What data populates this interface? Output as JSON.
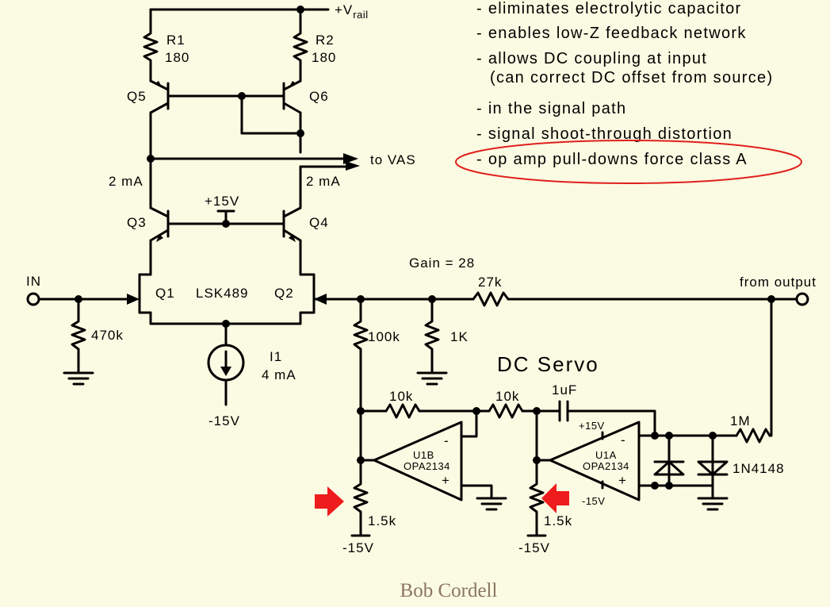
{
  "labels": {
    "vrail": "+V",
    "vrail_sub": "rail",
    "r1": "R1",
    "r1_val": "180",
    "r2": "R2",
    "r2_val": "180",
    "q5": "Q5",
    "q6": "Q6",
    "to_vas": "to VAS",
    "ma_left": "2 mA",
    "ma_right": "2 mA",
    "plus15_top": "+15V",
    "q3": "Q3",
    "q4": "Q4",
    "gain": "Gain = 28",
    "in": "IN",
    "q1": "Q1",
    "lsk": "LSK489",
    "q2": "Q2",
    "r27k": "27k",
    "from_output": "from output",
    "r470k": "470k",
    "r100k": "100k",
    "r1k": "1K",
    "i1": "I1",
    "i1_val": "4 mA",
    "minus15_top": "-15V",
    "dc_servo": "DC Servo",
    "r10k_a": "10k",
    "r10k_b": "10k",
    "c1uf": "1uF",
    "u1b": "U1B",
    "u1b_part": "OPA2134",
    "u1a": "U1A",
    "u1a_part": "OPA2134",
    "plus15_u1a": "+15V",
    "minus15_u1a": "-15V",
    "r1m": "1M",
    "diode": "1N4148",
    "r1_5k_a": "1.5k",
    "r1_5k_b": "1.5k",
    "minus15_a": "-15V",
    "minus15_b": "-15V",
    "minus_sign": "-",
    "plus_sign": "+"
  },
  "notes": [
    "- eliminates electrolytic capacitor",
    "- enables low-Z feedback network",
    "- allows DC coupling at input",
    "(can correct DC offset from source)",
    "- in the signal path",
    "- signal shoot-through distortion",
    "- op amp pull-downs force class A"
  ],
  "credit": "Bob Cordell",
  "colors": {
    "background": "#fbfbe3",
    "highlight_ellipse": "#e0201c",
    "arrows": "#ee1c1c",
    "credit": "#8a7560"
  }
}
